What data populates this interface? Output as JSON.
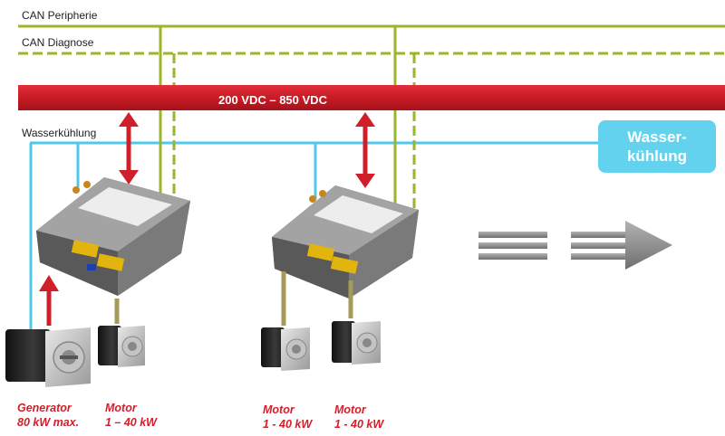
{
  "lines": {
    "can_peripherie": "CAN Peripherie",
    "can_diagnose": "CAN Diagnose",
    "dc_bus": "200 VDC – 850 VDC",
    "wasserkuehlung": "Wasserkühlung"
  },
  "water_box": {
    "line1": "Wasser-",
    "line2": "kühlung"
  },
  "machines": [
    {
      "name": "Generator",
      "rating": "80 kW max."
    },
    {
      "name": "Motor",
      "rating": "1 – 40 kW"
    },
    {
      "name": "Motor",
      "rating": "1 - 40 kW"
    },
    {
      "name": "Motor",
      "rating": "1 - 40 kW"
    }
  ],
  "colors": {
    "can": "#9bb62a",
    "dc_bus": "#d01f2a",
    "water": "#4fc8ea",
    "arrow_red": "#d01f2a",
    "label_red": "#d01f2a"
  }
}
